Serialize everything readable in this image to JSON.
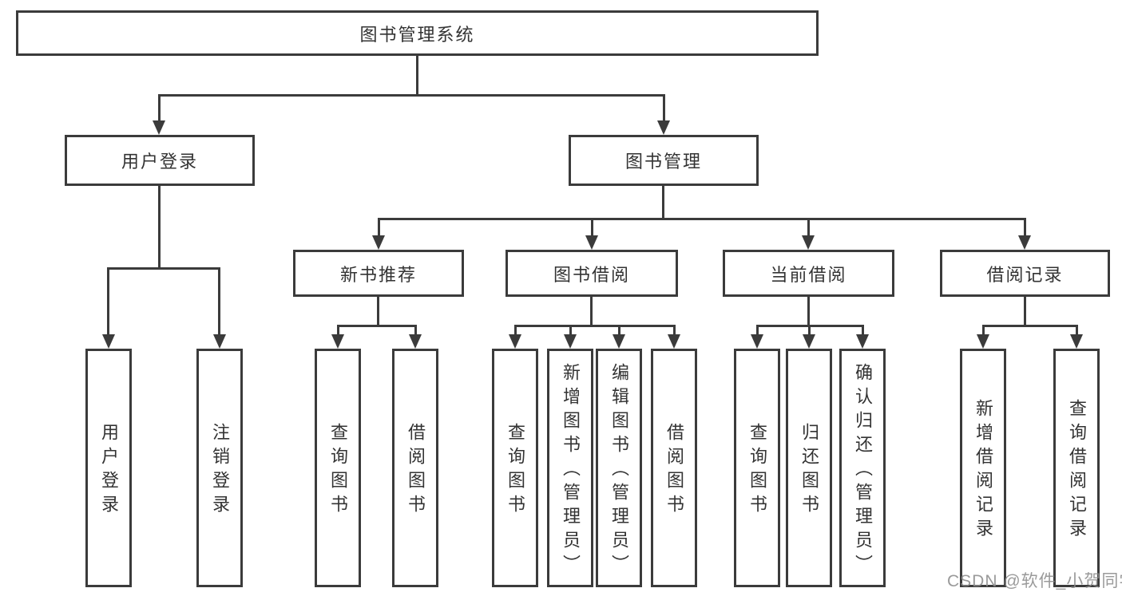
{
  "tree": {
    "label": "图书管理系统",
    "children": [
      {
        "label": "用户登录",
        "children": [
          {
            "label": "用户登录"
          },
          {
            "label": "注销登录"
          }
        ]
      },
      {
        "label": "图书管理",
        "children": [
          {
            "label": "新书推荐",
            "children": [
              {
                "label": "查询图书"
              },
              {
                "label": "借阅图书"
              }
            ]
          },
          {
            "label": "图书借阅",
            "children": [
              {
                "label": "查询图书"
              },
              {
                "label": "新增图书（管理员）"
              },
              {
                "label": "编辑图书（管理员）"
              },
              {
                "label": "借阅图书"
              }
            ]
          },
          {
            "label": "当前借阅",
            "children": [
              {
                "label": "查询图书"
              },
              {
                "label": "归还图书"
              },
              {
                "label": "确认归还（管理员）"
              }
            ]
          },
          {
            "label": "借阅记录",
            "children": [
              {
                "label": "新增借阅记录"
              },
              {
                "label": "查询借阅记录"
              }
            ]
          }
        ]
      }
    ]
  },
  "watermark": "CSDN @软件_小贺同学",
  "colors": {
    "line": "#3b3b3b",
    "text": "#333333",
    "background": "#ffffff",
    "watermark": "#8c8c8c"
  }
}
